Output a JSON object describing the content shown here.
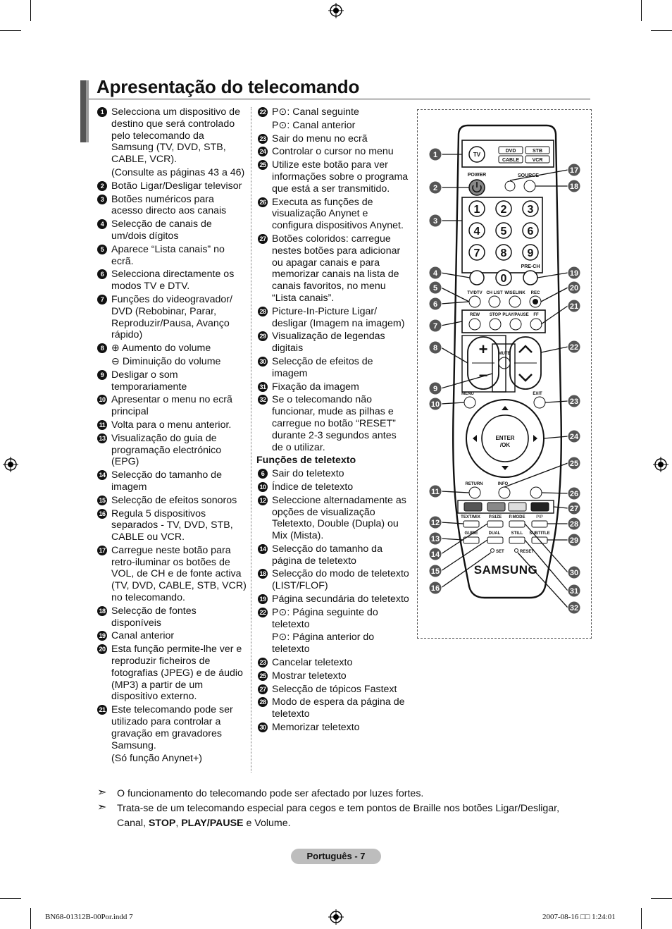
{
  "title": "Apresentação do telecomando",
  "col1": [
    {
      "n": "1",
      "lines": [
        "Selecciona um dispositivo de destino que será controlado pelo telecomando da Samsung (TV, DVD, STB, CABLE, VCR).",
        "(Consulte as páginas 43 a 46)"
      ]
    },
    {
      "n": "2",
      "lines": [
        "Botão Ligar/Desligar televisor"
      ]
    },
    {
      "n": "3",
      "lines": [
        "Botões numéricos para acesso directo aos canais"
      ]
    },
    {
      "n": "4",
      "lines": [
        "Selecção de canais de um/dois dígitos"
      ]
    },
    {
      "n": "5",
      "lines": [
        "Aparece “Lista canais” no ecrã."
      ]
    },
    {
      "n": "6",
      "lines": [
        "Selecciona directamente os modos TV e DTV."
      ]
    },
    {
      "n": "7",
      "lines": [
        "Funções do videogravador/ DVD (Rebobinar, Parar, Reproduzir/Pausa, Avanço rápido)"
      ]
    },
    {
      "n": "8",
      "lines": [
        "⊕ Aumento do volume",
        "⊖ Diminuição do volume"
      ]
    },
    {
      "n": "9",
      "lines": [
        "Desligar o som temporariamente"
      ]
    },
    {
      "n": "10",
      "lines": [
        "Apresentar o menu no ecrã principal"
      ]
    },
    {
      "n": "11",
      "lines": [
        "Volta para o menu anterior."
      ]
    },
    {
      "n": "13",
      "lines": [
        "Visualização do guia de programação electrónico (EPG)"
      ]
    },
    {
      "n": "14",
      "lines": [
        "Selecção do tamanho de imagem"
      ]
    },
    {
      "n": "15",
      "lines": [
        "Selecção de efeitos sonoros"
      ]
    },
    {
      "n": "16",
      "lines": [
        "Regula 5 dispositivos separados - TV, DVD, STB, CABLE ou VCR."
      ]
    },
    {
      "n": "17",
      "lines": [
        "Carregue neste botão para retro-iluminar os botões de VOL, de CH e de fonte activa (TV, DVD, CABLE, STB, VCR) no telecomando."
      ]
    },
    {
      "n": "18",
      "lines": [
        "Selecção de fontes disponíveis"
      ]
    },
    {
      "n": "19",
      "lines": [
        "Canal anterior"
      ]
    },
    {
      "n": "20",
      "lines": [
        "Esta função permite-lhe ver e reproduzir ficheiros de fotografias (JPEG) e de áudio (MP3) a partir de um dispositivo externo."
      ]
    },
    {
      "n": "21",
      "lines": [
        "Este telecomando pode ser utilizado para controlar a gravação em gravadores Samsung.",
        "(Só função Anynet+)"
      ]
    }
  ],
  "col2": [
    {
      "n": "22",
      "lines": [
        "P⊙: Canal seguinte",
        "P⊙: Canal anterior"
      ]
    },
    {
      "n": "23",
      "lines": [
        "Sair do menu no ecrã"
      ]
    },
    {
      "n": "24",
      "lines": [
        "Controlar o cursor no menu"
      ]
    },
    {
      "n": "25",
      "lines": [
        "Utilize este botão para ver informações sobre o programa que está a ser transmitido."
      ]
    },
    {
      "n": "26",
      "lines": [
        "Executa as funções de visualização Anynet e configura dispositivos Anynet."
      ]
    },
    {
      "n": "27",
      "lines": [
        "Botões coloridos: carregue nestes botões para adicionar ou apagar canais e para memorizar canais na lista de canais favoritos, no menu “Lista canais”."
      ]
    },
    {
      "n": "28",
      "lines": [
        "Picture-In-Picture Ligar/ desligar (Imagem na imagem)"
      ]
    },
    {
      "n": "29",
      "lines": [
        "Visualização de legendas digitais"
      ]
    },
    {
      "n": "30",
      "lines": [
        "Selecção de efeitos de imagem"
      ]
    },
    {
      "n": "31",
      "lines": [
        "Fixação da imagem"
      ]
    },
    {
      "n": "32",
      "lines": [
        "Se o telecomando não funcionar, mude as pilhas e carregue no botão “RESET” durante 2-3 segundos antes de o utilizar."
      ]
    }
  ],
  "teletext_heading": "Funções de teletexto",
  "teletext": [
    {
      "n": "6",
      "lines": [
        "Sair do teletexto"
      ]
    },
    {
      "n": "10",
      "lines": [
        "Índice de teletexto"
      ]
    },
    {
      "n": "12",
      "lines": [
        "Seleccione alternadamente as opções de visualização Teletexto, Double (Dupla) ou Mix (Mista)."
      ]
    },
    {
      "n": "14",
      "lines": [
        "Selecção do tamanho da página de teletexto"
      ]
    },
    {
      "n": "18",
      "lines": [
        "Selecção do modo de teletexto (LIST/FLOF)"
      ]
    },
    {
      "n": "19",
      "lines": [
        "Página secundária do teletexto"
      ]
    },
    {
      "n": "22",
      "lines": [
        "P⊙: Página seguinte do teletexto",
        "P⊙: Página anterior do teletexto"
      ]
    },
    {
      "n": "23",
      "lines": [
        "Cancelar teletexto"
      ]
    },
    {
      "n": "25",
      "lines": [
        "Mostrar teletexto"
      ]
    },
    {
      "n": "27",
      "lines": [
        "Selecção de tópicos Fastext"
      ]
    },
    {
      "n": "28",
      "lines": [
        "Modo de espera da página de teletexto"
      ]
    },
    {
      "n": "30",
      "lines": [
        "Memorizar teletexto"
      ]
    }
  ],
  "notes": {
    "n1": "O funcionamento do telecomando pode ser afectado por luzes fortes.",
    "n2_pre": "Trata-se de um telecomando especial para cegos e tem pontos de Braille nos botões Ligar/Desligar, Canal, ",
    "n2_b1": "STOP",
    "n2_sep": ", ",
    "n2_b2": "PLAY/PAUSE",
    "n2_post": " e Volume."
  },
  "page_label": "Português - 7",
  "footer": {
    "left": "BN68-01312B-00Por.indd   7",
    "right": "2007-08-16   □□ 1:24:01"
  },
  "remote": {
    "tv": "TV",
    "dvd": "DVD",
    "stb": "STB",
    "cable": "CABLE",
    "vcr": "VCR",
    "power": "POWER",
    "source": "SOURCE",
    "digits": [
      "1",
      "2",
      "3",
      "4",
      "5",
      "6",
      "7",
      "8",
      "9",
      "0"
    ],
    "prech": "PRE-CH",
    "tvdtv": "TV/DTV",
    "chlist": "CH LIST",
    "wiselink": "WISELINK",
    "rec": "REC",
    "rew": "REW",
    "stop": "STOP",
    "playpause": "PLAY/PAUSE",
    "ff": "FF",
    "mute": "MUTE",
    "menu": "MENU",
    "exit": "EXIT",
    "enter": "ENTER",
    "ok": "/OK",
    "return": "RETURN",
    "info": "INFO",
    "textmix": "TEXT/MIX",
    "psize": "P.SIZE",
    "pmode": "P.MODE",
    "pip": "PIP",
    "guide": "GUIDE",
    "dual": "DUAL",
    "still": "STILL",
    "subtitle": "SUBTITLE",
    "set": "SET",
    "reset": "RESET",
    "brand": "SAMSUNG"
  }
}
